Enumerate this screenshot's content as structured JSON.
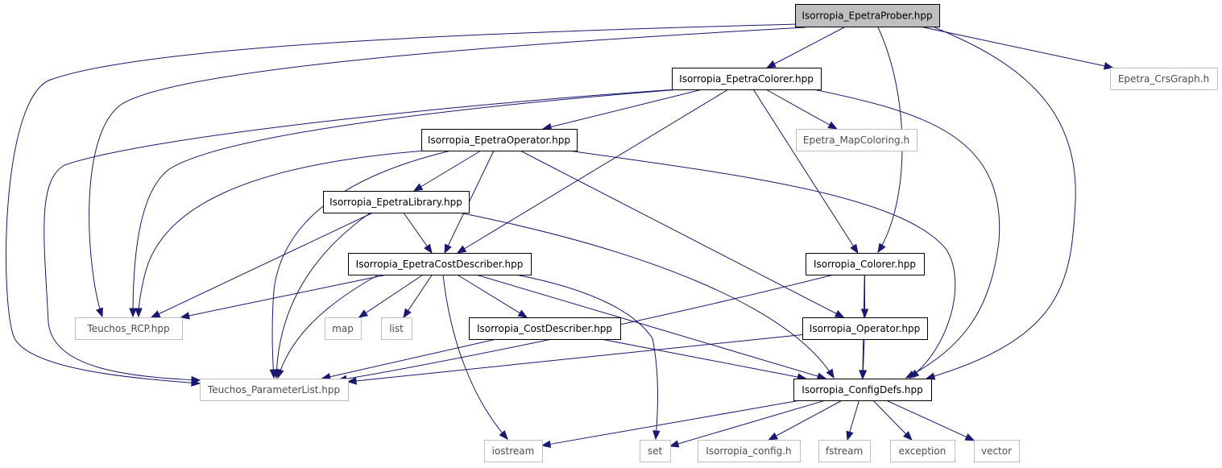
{
  "graph": {
    "colors": {
      "edge": "#191970",
      "root_fill": "#bfbfbf",
      "external_border": "#bfbfbf",
      "internal_border": "#000000"
    },
    "nodes": {
      "prober": {
        "label": "Isorropia_EpetraProber.hpp",
        "kind": "root"
      },
      "colorer": {
        "label": "Isorropia_EpetraColorer.hpp",
        "kind": "int"
      },
      "crsgraph": {
        "label": "Epetra_CrsGraph.h",
        "kind": "ext"
      },
      "operator": {
        "label": "Isorropia_EpetraOperator.hpp",
        "kind": "int"
      },
      "mapcoloring": {
        "label": "Epetra_MapColoring.h",
        "kind": "ext"
      },
      "library": {
        "label": "Isorropia_EpetraLibrary.hpp",
        "kind": "int"
      },
      "costdesc": {
        "label": "Isorropia_EpetraCostDescriber.hpp",
        "kind": "int"
      },
      "icolorer": {
        "label": "Isorropia_Colorer.hpp",
        "kind": "int"
      },
      "rcp": {
        "label": "Teuchos_RCP.hpp",
        "kind": "ext"
      },
      "map": {
        "label": "map",
        "kind": "ext"
      },
      "list": {
        "label": "list",
        "kind": "ext"
      },
      "icostdesc": {
        "label": "Isorropia_CostDescriber.hpp",
        "kind": "int"
      },
      "ioperator": {
        "label": "Isorropia_Operator.hpp",
        "kind": "int"
      },
      "paramlist": {
        "label": "Teuchos_ParameterList.hpp",
        "kind": "ext"
      },
      "configdefs": {
        "label": "Isorropia_ConfigDefs.hpp",
        "kind": "int"
      },
      "iostream": {
        "label": "iostream",
        "kind": "ext"
      },
      "set": {
        "label": "set",
        "kind": "ext"
      },
      "config": {
        "label": "Isorropia_config.h",
        "kind": "ext"
      },
      "fstream": {
        "label": "fstream",
        "kind": "ext"
      },
      "exception": {
        "label": "exception",
        "kind": "ext"
      },
      "vector": {
        "label": "vector",
        "kind": "ext"
      }
    },
    "edges": [
      [
        "prober",
        "colorer"
      ],
      [
        "prober",
        "crsgraph"
      ],
      [
        "prober",
        "icolorer"
      ],
      [
        "prober",
        "configdefs"
      ],
      [
        "prober",
        "rcp"
      ],
      [
        "prober",
        "paramlist"
      ],
      [
        "colorer",
        "operator"
      ],
      [
        "colorer",
        "mapcoloring"
      ],
      [
        "colorer",
        "costdesc"
      ],
      [
        "colorer",
        "icolorer"
      ],
      [
        "colorer",
        "configdefs"
      ],
      [
        "colorer",
        "rcp"
      ],
      [
        "colorer",
        "paramlist"
      ],
      [
        "operator",
        "library"
      ],
      [
        "operator",
        "costdesc"
      ],
      [
        "operator",
        "ioperator"
      ],
      [
        "operator",
        "configdefs"
      ],
      [
        "operator",
        "rcp"
      ],
      [
        "operator",
        "paramlist"
      ],
      [
        "library",
        "costdesc"
      ],
      [
        "library",
        "rcp"
      ],
      [
        "library",
        "paramlist"
      ],
      [
        "library",
        "configdefs"
      ],
      [
        "costdesc",
        "rcp"
      ],
      [
        "costdesc",
        "map"
      ],
      [
        "costdesc",
        "list"
      ],
      [
        "costdesc",
        "icostdesc"
      ],
      [
        "costdesc",
        "iostream"
      ],
      [
        "costdesc",
        "set"
      ],
      [
        "costdesc",
        "paramlist"
      ],
      [
        "costdesc",
        "configdefs"
      ],
      [
        "icolorer",
        "ioperator"
      ],
      [
        "icolorer",
        "paramlist"
      ],
      [
        "icolorer",
        "configdefs"
      ],
      [
        "icostdesc",
        "paramlist"
      ],
      [
        "icostdesc",
        "configdefs"
      ],
      [
        "ioperator",
        "paramlist"
      ],
      [
        "ioperator",
        "configdefs"
      ],
      [
        "configdefs",
        "iostream"
      ],
      [
        "configdefs",
        "set"
      ],
      [
        "configdefs",
        "config"
      ],
      [
        "configdefs",
        "fstream"
      ],
      [
        "configdefs",
        "exception"
      ],
      [
        "configdefs",
        "vector"
      ]
    ]
  }
}
